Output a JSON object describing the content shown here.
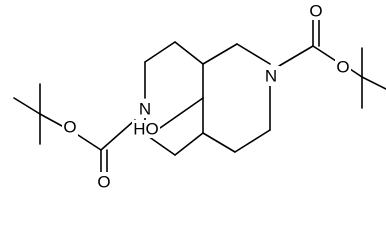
{
  "molecule": {
    "atoms": {
      "n_right": "N",
      "n_left": "N",
      "o_carbonyl_right": "O",
      "o_ester_right": "O",
      "o_carbonyl_left": "O",
      "o_ester_left": "O",
      "hydroxyl": "HO"
    },
    "colors": {
      "bond": "#000000",
      "label": "#000000",
      "background": "#ffffff"
    }
  }
}
